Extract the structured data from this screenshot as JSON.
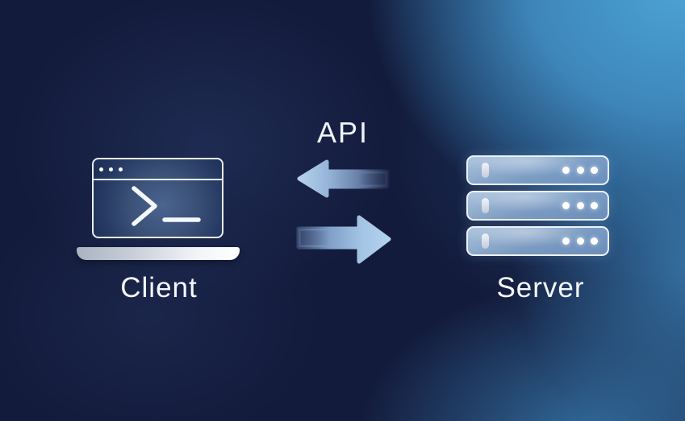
{
  "diagram": {
    "api_label": "API",
    "client": {
      "label": "Client",
      "icon": "terminal-laptop-icon"
    },
    "server": {
      "label": "Server",
      "icon": "server-stack-icon",
      "rack_units": 3
    },
    "arrows": {
      "response_arrow": "server-to-client",
      "request_arrow": "client-to-server"
    },
    "colors": {
      "background_navy": "#131b3c",
      "background_cyan": "#4ba2d3",
      "arrow_light_blue": "#b4d3ee",
      "label_text": "#f4f7fb",
      "icon_stroke": "#e9eef6"
    }
  }
}
